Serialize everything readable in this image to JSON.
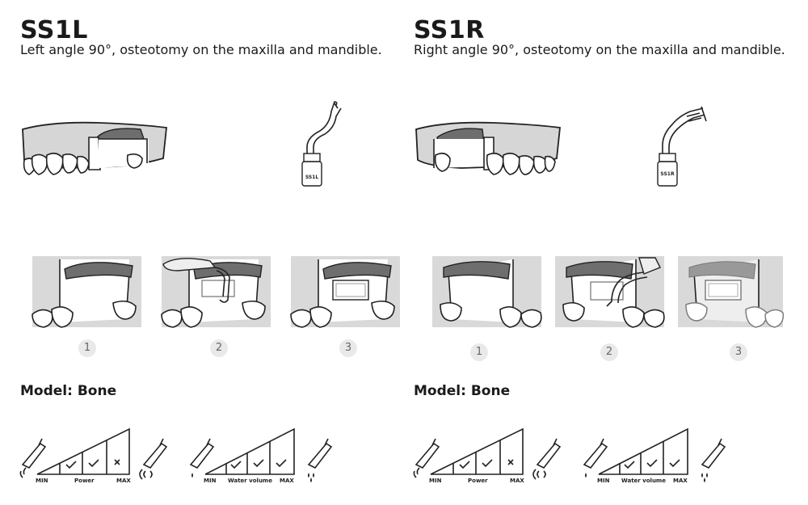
{
  "sections": [
    {
      "code": "SS1L",
      "description": "Left angle 90°, osteotomy on the maxilla and mandible.",
      "tip_label": "SS1L",
      "steps": [
        "1",
        "2",
        "3"
      ],
      "model_label": "Model: Bone",
      "power_scale": {
        "min_label": "MIN",
        "name": "Power",
        "max_label": "MAX",
        "levels": [
          {
            "state": "empty"
          },
          {
            "state": "check"
          },
          {
            "state": "check"
          },
          {
            "state": "cross"
          }
        ]
      },
      "water_scale": {
        "min_label": "MIN",
        "name": "Water volume",
        "max_label": "MAX",
        "levels": [
          {
            "state": "empty"
          },
          {
            "state": "check"
          },
          {
            "state": "check"
          },
          {
            "state": "check"
          }
        ]
      }
    },
    {
      "code": "SS1R",
      "description": "Right angle 90°, osteotomy on the maxilla and mandible.",
      "tip_label": "SS1R",
      "steps": [
        "1",
        "2",
        "3"
      ],
      "model_label": "Model: Bone",
      "power_scale": {
        "min_label": "MIN",
        "name": "Power",
        "max_label": "MAX",
        "levels": [
          {
            "state": "empty"
          },
          {
            "state": "check"
          },
          {
            "state": "check"
          },
          {
            "state": "cross"
          }
        ]
      },
      "water_scale": {
        "min_label": "MIN",
        "name": "Water volume",
        "max_label": "MAX",
        "levels": [
          {
            "state": "empty"
          },
          {
            "state": "check"
          },
          {
            "state": "check"
          },
          {
            "state": "check"
          }
        ]
      }
    }
  ],
  "icons": {
    "check": "check-icon",
    "cross": "cross-icon",
    "scaler": "ultrasonic-handpiece-icon"
  },
  "colors": {
    "text": "#1a1a1a",
    "gum": "#d6d6d6",
    "bone": "#6e6e6e",
    "step_badge": "#e9e9e9"
  }
}
